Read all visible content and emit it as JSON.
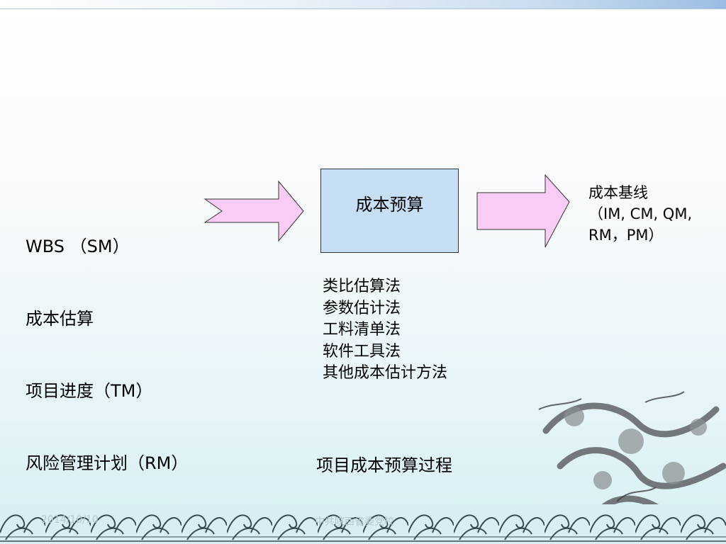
{
  "inputs": {
    "lines": [
      "WBS （SM）",
      "成本估算",
      "项目进度（TM）",
      "风险管理计划（RM）"
    ]
  },
  "process": {
    "label": "成本预算",
    "methods": [
      "类比估算法",
      "参数估计法",
      "工料清单法",
      "软件工具法",
      "其他成本估计方法"
    ]
  },
  "outputs": {
    "lines": [
      "成本基线",
      "（IM, CM, QM,",
      "RM，PM）"
    ]
  },
  "caption": "项目成本预算过程",
  "footer": {
    "date": "2014/10/10",
    "org": "中共陕西省委党校"
  },
  "colors": {
    "arrow_fill": "#f8ccf4",
    "box_fill": "#c6dff4",
    "top_bar": "#9bbde3"
  }
}
